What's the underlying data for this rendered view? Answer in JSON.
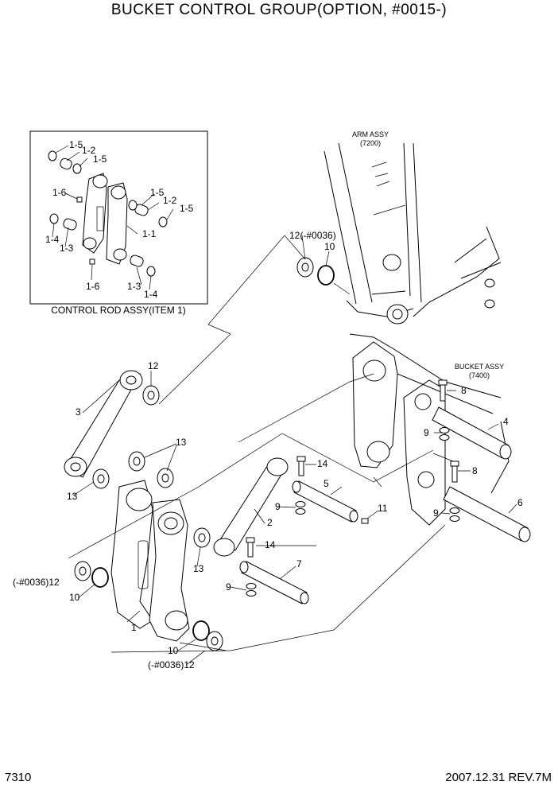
{
  "page": {
    "title": "BUCKET CONTROL  GROUP(OPTION, #0015-)",
    "page_number": "7310",
    "revision": "2007.12.31 REV.7M"
  },
  "inset": {
    "caption": "CONTROL ROD ASSY(ITEM 1)",
    "labels": [
      "1-5",
      "1-2",
      "1-5",
      "1-6",
      "1-5",
      "1-2",
      "1-5",
      "1-1",
      "1-4",
      "1-3",
      "1-6",
      "1-3",
      "1-4"
    ]
  },
  "assemblies": {
    "arm_name": "ARM ASSY",
    "arm_ref": "(7200)",
    "bucket_name": "BUCKET ASSY",
    "bucket_ref": "(7400)"
  },
  "callouts": {
    "c1": "1",
    "c2": "2",
    "c3": "3",
    "c4": "4",
    "c5": "5",
    "c6": "6",
    "c7": "7",
    "c8a": "8",
    "c8b": "8",
    "c9a": "9",
    "c9b": "9",
    "c9c": "9",
    "c9d": "9",
    "c10a": "10",
    "c10b": "10",
    "c10c": "10",
    "c11": "11",
    "c12a": "12(-#0036)",
    "c12b": "12",
    "c12c": "(-#0036)12",
    "c12d": "(-#0036)12",
    "c13a": "13",
    "c13b": "13",
    "c13c": "13",
    "c14a": "14",
    "c14b": "14"
  }
}
